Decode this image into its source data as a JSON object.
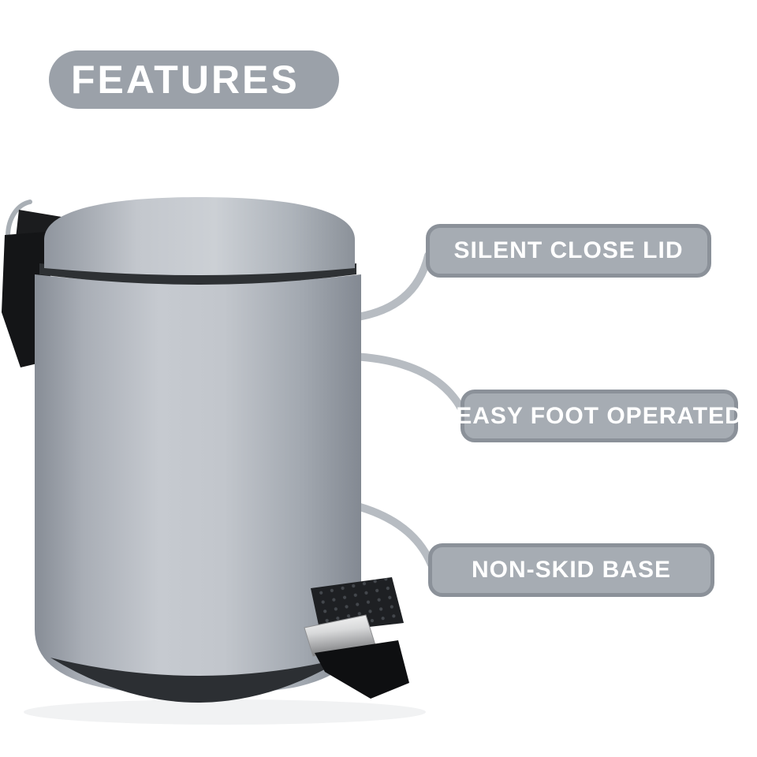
{
  "header": {
    "label": "FEATURES"
  },
  "callouts": [
    {
      "label": "SILENT CLOSE LID"
    },
    {
      "label": "EASY FOOT OPERATED"
    },
    {
      "label": "NON-SKID BASE"
    }
  ],
  "product_image": {
    "name": "grey-round-pedal-trash-bin",
    "depicted_parts": [
      "lid",
      "handle-wire",
      "lid-hinge",
      "body",
      "foot-pedal",
      "non-skid-base"
    ]
  },
  "colors": {
    "background": "#ffffff",
    "pill_fill": "#9ba1a9",
    "callout_fill": "#a6acb3",
    "callout_border": "#8b9199",
    "connector": "#b7bcc2",
    "text": "#ffffff",
    "bin_body": "#b4b9c0",
    "pedal_black": "#141517"
  }
}
